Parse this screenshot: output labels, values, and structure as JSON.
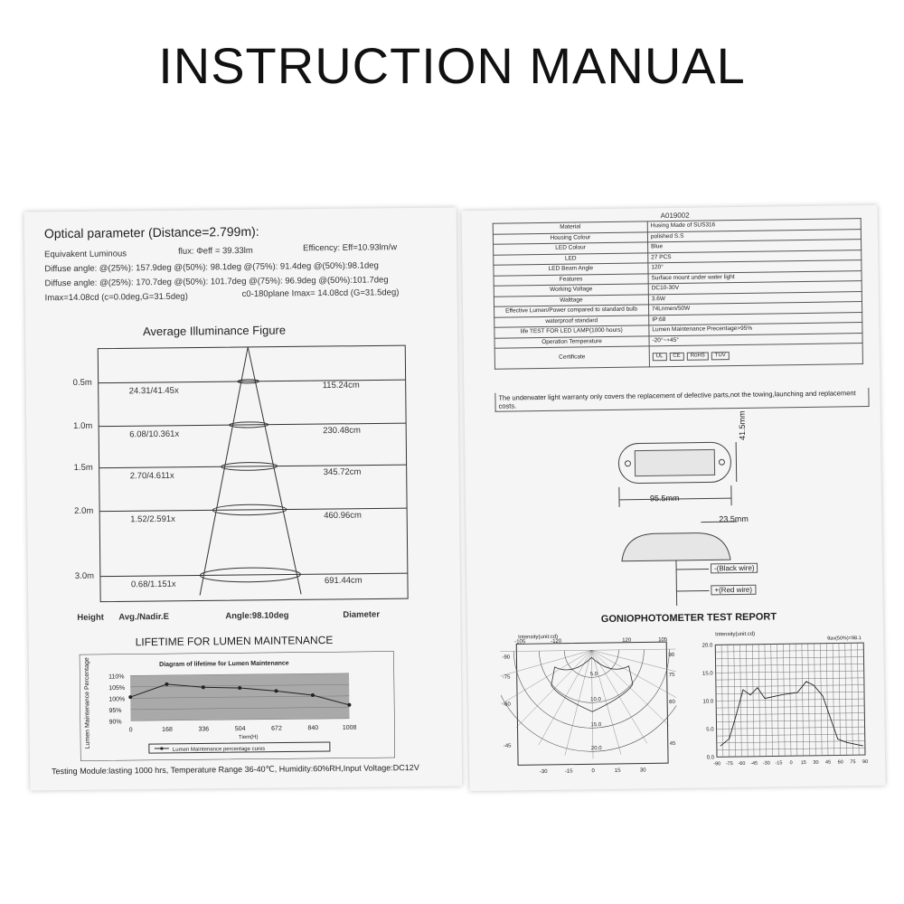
{
  "title": "INSTRUCTION MANUAL",
  "optical": {
    "heading": "Optical parameter (Distance=2.799m):",
    "row1_a": "Equivakent Luminous",
    "row1_b": "flux: Φeff = 39.33lm",
    "row1_c": "Efficency: Eff=10.93lm/w",
    "row2": "Diffuse angle: @(25%): 157.9deg @(50%): 98.1deg @(75%): 91.4deg @(50%):98.1deg",
    "row3": "Diffuse angle: @(25%): 170.7deg @(50%): 101.7deg @(75%): 96.9deg @(50%):101.7deg",
    "row4_a": "Imax=14.08cd (c=0.0deg,G=31.5deg)",
    "row4_b": "c0-180plane Imax= 14.08cd (G=31.5deg)"
  },
  "illuminance": {
    "heading": "Average Illuminance Figure",
    "rows": [
      {
        "distance": "0.5m",
        "avg": "24.31/41.45x",
        "diameter": "115.24cm"
      },
      {
        "distance": "1.0m",
        "avg": "6.08/10.361x",
        "diameter": "230.48cm"
      },
      {
        "distance": "1.5m",
        "avg": "2.70/4.611x",
        "diameter": "345.72cm"
      },
      {
        "distance": "2.0m",
        "avg": "1.52/2.591x",
        "diameter": "460.96cm"
      },
      {
        "distance": "3.0m",
        "avg": "0.68/1.151x",
        "diameter": "691.44cm"
      }
    ],
    "footer_height": "Height",
    "footer_avg": "Avg./Nadir.E",
    "footer_angle": "Angle:98.10deg",
    "footer_diameter": "Diameter"
  },
  "lifetime": {
    "heading": "LIFETIME FOR LUMEN MAINTENANCE",
    "chart_title": "Diagram of lifetime for Lumen Maintenance",
    "ylabel": "Lumen Maintenance Percentage",
    "xlabel": "Tiem(H)",
    "legend": "Lumen Maintenance percentage cures",
    "y_ticks": [
      "110%",
      "105%",
      "100%",
      "95%",
      "90%"
    ],
    "x_ticks": [
      "0",
      "168",
      "336",
      "504",
      "672",
      "840",
      "1008"
    ]
  },
  "testing": "Testing Module:lasting 1000 hrs, Temperature Range 36-40℃, Humidity:60%RH,Input Voltage:DC12V",
  "spec": {
    "model": "A019002",
    "rows": [
      {
        "k": "Material",
        "v": "Husing Made of SUS316"
      },
      {
        "k": "Housing Colour",
        "v": "polished S.S"
      },
      {
        "k": "LED Colour",
        "v": "Blue"
      },
      {
        "k": "LED",
        "v": "27 PCS"
      },
      {
        "k": "LED Beam Angle",
        "v": "120°"
      },
      {
        "k": "Features",
        "v": "Surface mount under water light"
      },
      {
        "k": "Working Voltage",
        "v": "DC10-30V"
      },
      {
        "k": "Walttage",
        "v": "3.6W"
      },
      {
        "k": "Effective Lumen/Power compared to standard bulb",
        "v": "74Lnmen/50W"
      },
      {
        "k": "waterproof standard",
        "v": "IP:68"
      },
      {
        "k": "life TEST FOR LED LAMP(1000 hours)",
        "v": "Lumen Maintenance Precentage>95%"
      },
      {
        "k": "Operation Temperature",
        "v": "-20°~+45°"
      }
    ],
    "cert_label": "Certificate",
    "certs": [
      "UL",
      "CE",
      "RoHS",
      "TUV"
    ],
    "note": "The underwater light warranty only covers the replacement of defective parts,not the towing,launching and replacement costs."
  },
  "drawing": {
    "height_dim": "41.5mm",
    "width_dim": "95.5mm",
    "depth_dim": "23.5mm",
    "black_wire": "-(Black wire)",
    "red_wire": "+(Red wire)"
  },
  "gonio": {
    "heading": "GONIOPHOTOMETER TEST REPORT",
    "polar_label": "Intensity(unit:cd)",
    "polar_top": [
      "-105",
      "-120",
      "120",
      "105"
    ],
    "polar_left": [
      "-90",
      "-75",
      "-60",
      "-45"
    ],
    "polar_right": [
      "90",
      "75",
      "60",
      "45"
    ],
    "polar_bottom": [
      "-30",
      "-15",
      "0",
      "15",
      "30"
    ],
    "polar_rings": [
      "5.0",
      "10.0",
      "15.0",
      "20.0"
    ],
    "cart_label": "Intensity(unit.cd)",
    "cart_note": "θav(50%)=98.1",
    "cart_y": [
      "20.0",
      "15.0",
      "10.0",
      "5.0",
      "0.0"
    ],
    "cart_x": [
      "-90",
      "-75",
      "-60",
      "-45",
      "-30",
      "-15",
      "0",
      "15",
      "30",
      "45",
      "60",
      "75",
      "90"
    ]
  },
  "chart_data": {
    "type": "line",
    "title": "Diagram of lifetime for Lumen Maintenance",
    "xlabel": "Tiem(H)",
    "ylabel": "Lumen Maintenance Percentage",
    "x": [
      0,
      168,
      336,
      504,
      672,
      840,
      1008
    ],
    "series": [
      {
        "name": "Lumen Maintenance percentage cures",
        "values": [
          100.5,
          106,
          104.5,
          104,
          102.5,
          100.5,
          96
        ]
      }
    ],
    "xlim": [
      0,
      1008
    ],
    "ylim": [
      90,
      110
    ]
  },
  "colors": {
    "paper": "#f5f5f5",
    "ink": "#222222",
    "band": "#a9a9a9"
  }
}
